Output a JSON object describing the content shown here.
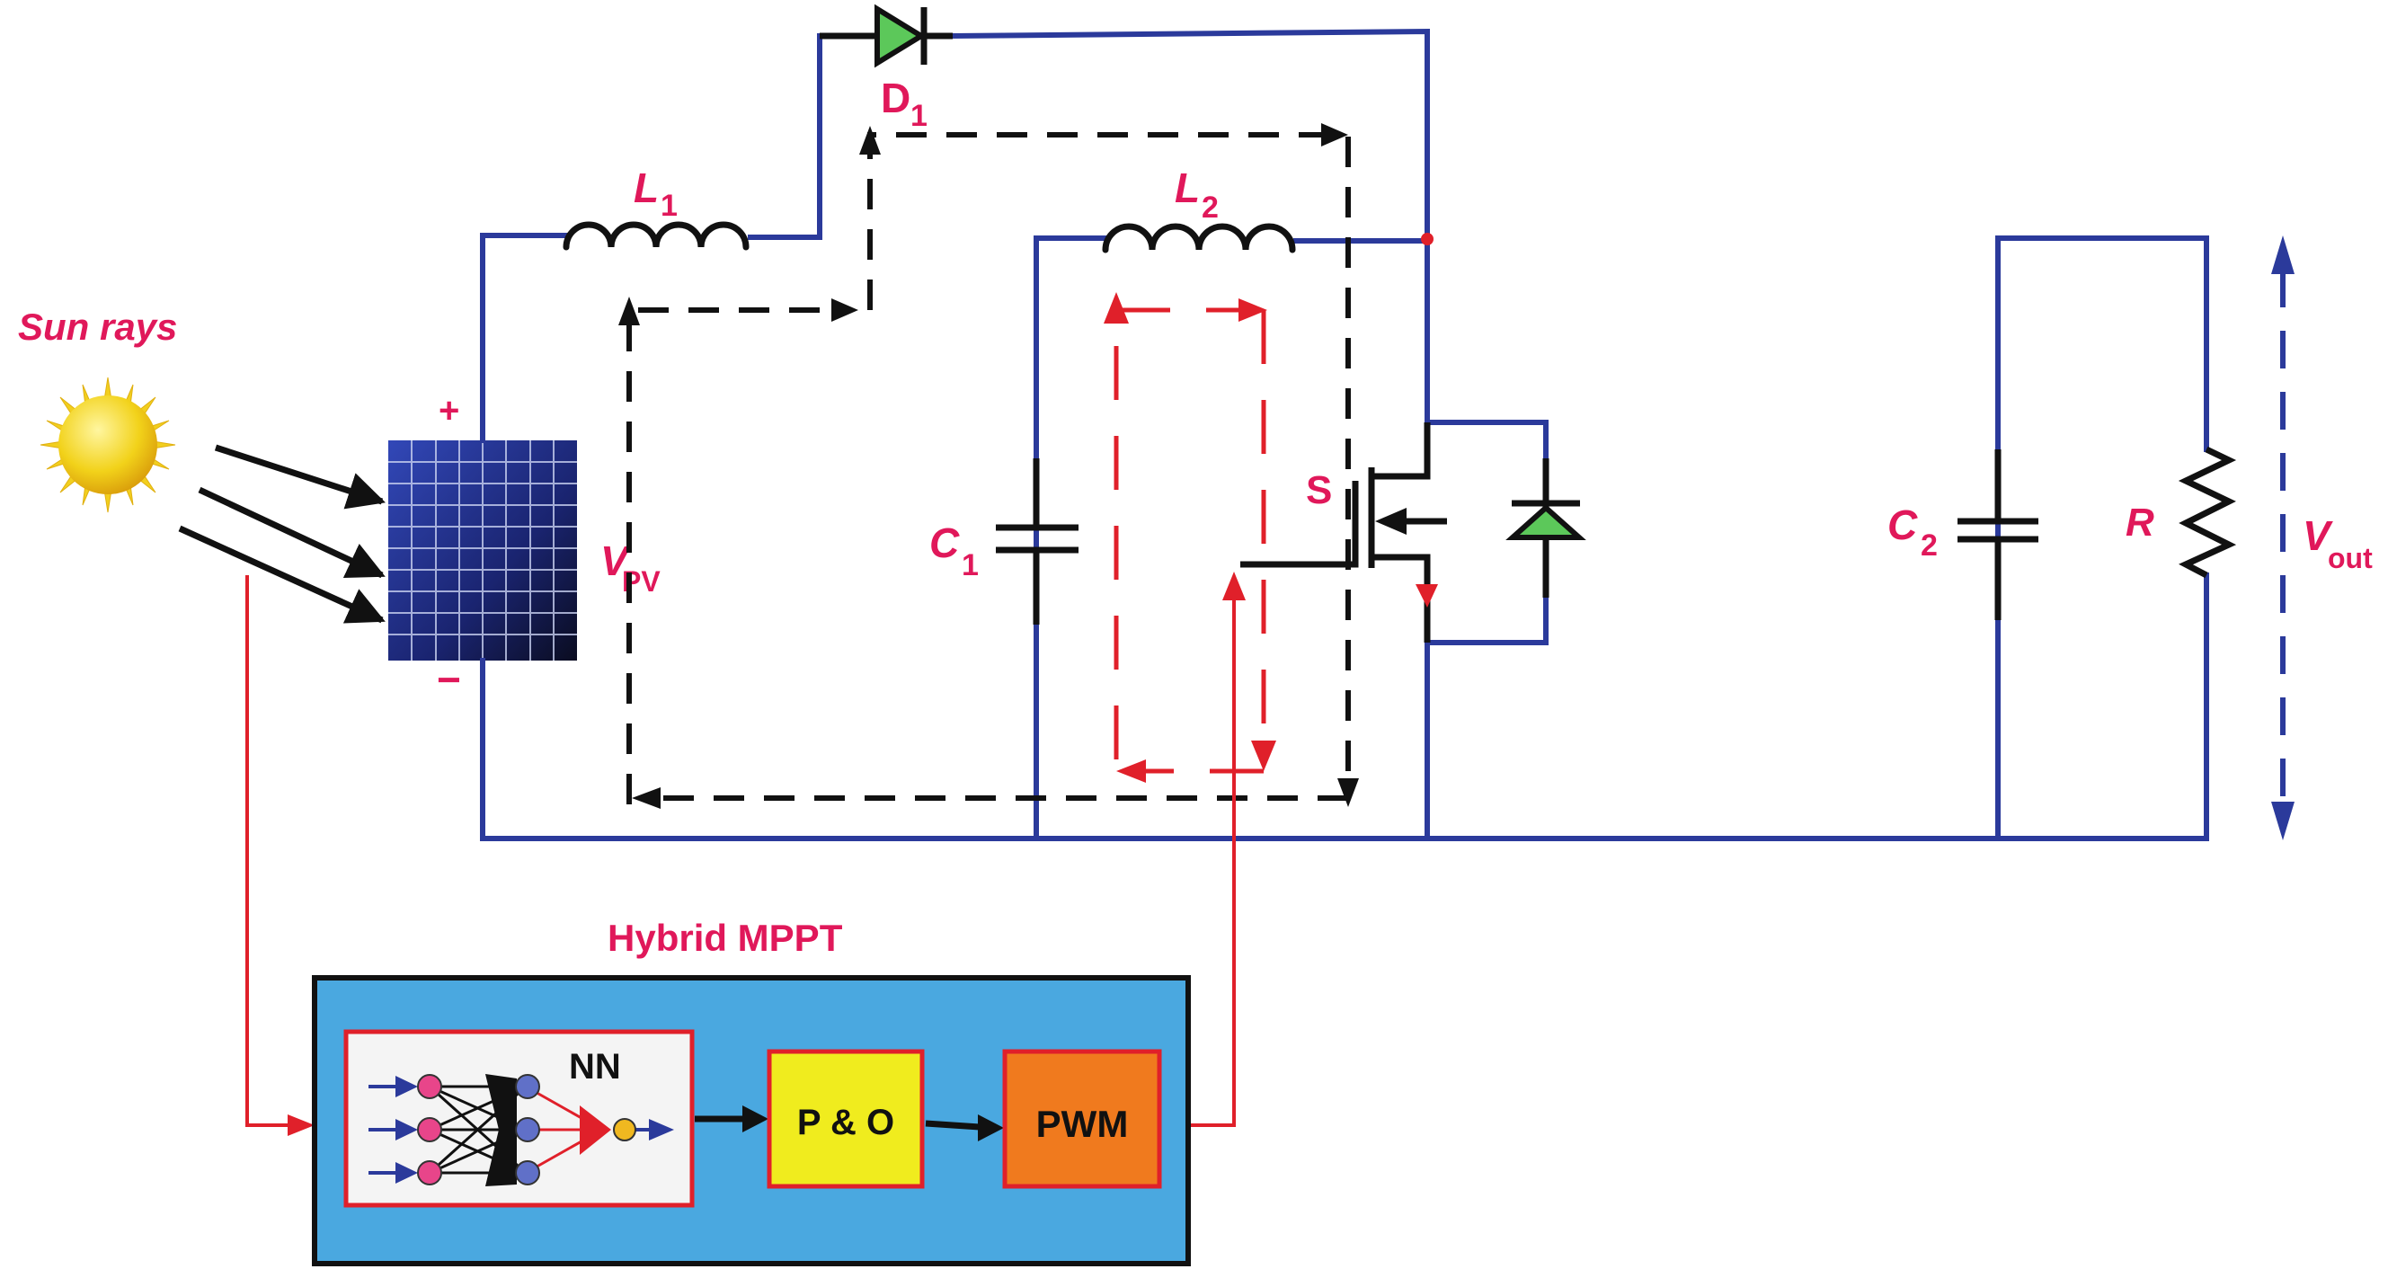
{
  "figure": {
    "title": "Hybrid MPPT controlled PV boost converter circuit",
    "colors": {
      "wire": "#2b3a9b",
      "label": "#e0185a",
      "signal": "#e0202a",
      "controller_bg": "#4aa8e0",
      "po_block": "#f0ec1e",
      "pwm_block": "#f07a1e",
      "diode_fill": "#5cc85a"
    }
  },
  "labels": {
    "sun": "Sun rays",
    "plus": "+",
    "minus": "−",
    "vpv_main": "V",
    "vpv_sub": "PV",
    "l1_main": "L",
    "l1_sub": "1",
    "l2_main": "L",
    "l2_sub": "2",
    "d1_main": "D",
    "d1_sub": "1",
    "c1_main": "C",
    "c1_sub": "1",
    "c2_main": "C",
    "c2_sub": "2",
    "switch": "S",
    "resistor": "R",
    "vout_main": "V",
    "vout_sub": "out"
  },
  "controller": {
    "title": "Hybrid MPPT",
    "blocks": [
      {
        "id": "nn",
        "label": "NN"
      },
      {
        "id": "po",
        "label": "P & O"
      },
      {
        "id": "pwm",
        "label": "PWM"
      }
    ]
  }
}
